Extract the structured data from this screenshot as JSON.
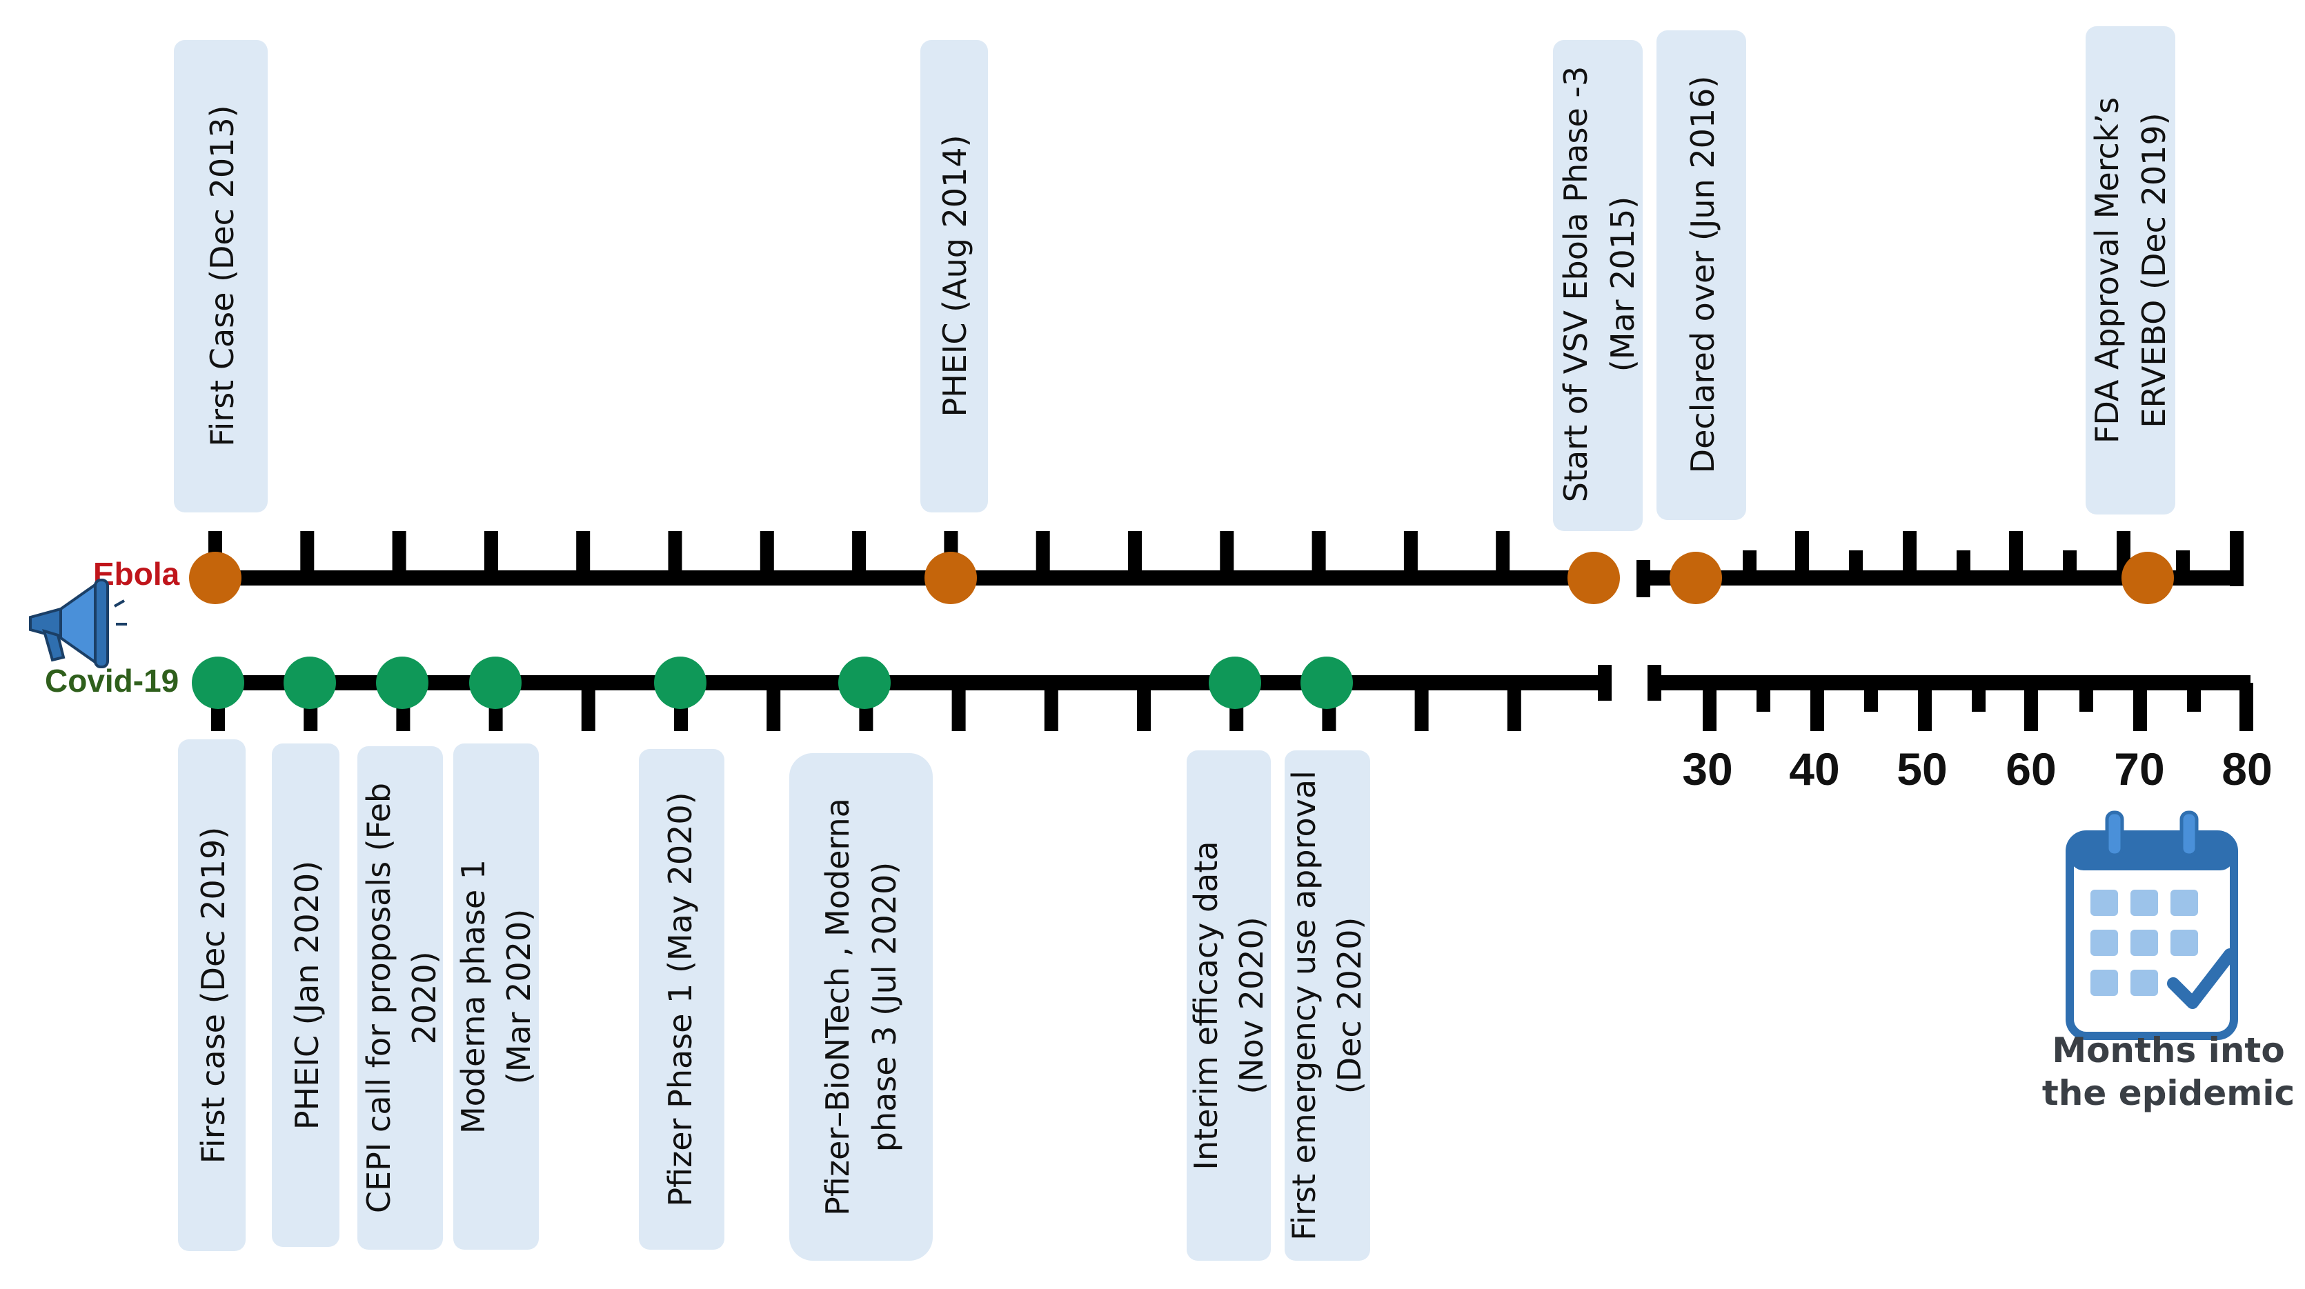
{
  "colors": {
    "box_fill": "#dde9f5",
    "line": "#000000",
    "ebola_marker": "#c5650b",
    "covid_marker": "#0f9858",
    "ebola_label": "#c0151b",
    "covid_label": "#2f5f1c",
    "calendar_blue": "#2f6fb0",
    "calendar_cell": "#9cc3ea"
  },
  "icons": {
    "megaphone": "megaphone-icon",
    "calendar": "calendar-check-icon"
  },
  "ebola": {
    "label": "Ebola",
    "events": [
      {
        "label": "First Case (Dec  2013)"
      },
      {
        "label": "PHEIC  (Aug 2014)"
      },
      {
        "label": "Start of VSV Ebola Phase -3 (Mar 2015)",
        "lines": [
          "Start of VSV Ebola Phase -3",
          "(Mar 2015)"
        ]
      },
      {
        "label": "Declared over (Jun 2016)"
      },
      {
        "label": "FDA Approval Merck's ERVEBO (Dec 2019)",
        "lines": [
          "FDA Approval Merck’s",
          "ERVEBO (Dec 2019)"
        ]
      }
    ]
  },
  "covid": {
    "label": "Covid-19",
    "events": [
      {
        "label": "First case (Dec 2019)"
      },
      {
        "label": "PHEIC (Jan 2020)"
      },
      {
        "label": "CEPI call for proposals (Feb 2020)",
        "lines": [
          "CEPI call for proposals (Feb",
          "2020)"
        ]
      },
      {
        "label": "Moderna phase 1 (Mar 2020)",
        "lines": [
          "Moderna phase 1",
          "(Mar 2020)"
        ]
      },
      {
        "label": "Pfizer Phase 1 (May 2020)"
      },
      {
        "label": "Pfizer–BioNTech , Moderna phase 3 (Jul 2020)",
        "lines": [
          "Pfizer–BioNTech , Moderna",
          "phase 3 (Jul 2020)"
        ]
      },
      {
        "label": "Interim efficacy data (Nov 2020)",
        "lines": [
          "Interim efficacy data",
          "(Nov 2020)"
        ]
      },
      {
        "label": "First emergency use approval (Dec 2020)",
        "lines": [
          "First emergency use approval",
          "(Dec 2020)"
        ]
      }
    ]
  },
  "axis": {
    "tick_labels": [
      "30",
      "40",
      "50",
      "60",
      "70",
      "80"
    ]
  },
  "caption": {
    "line1": "Months into",
    "line2": "the epidemic"
  }
}
